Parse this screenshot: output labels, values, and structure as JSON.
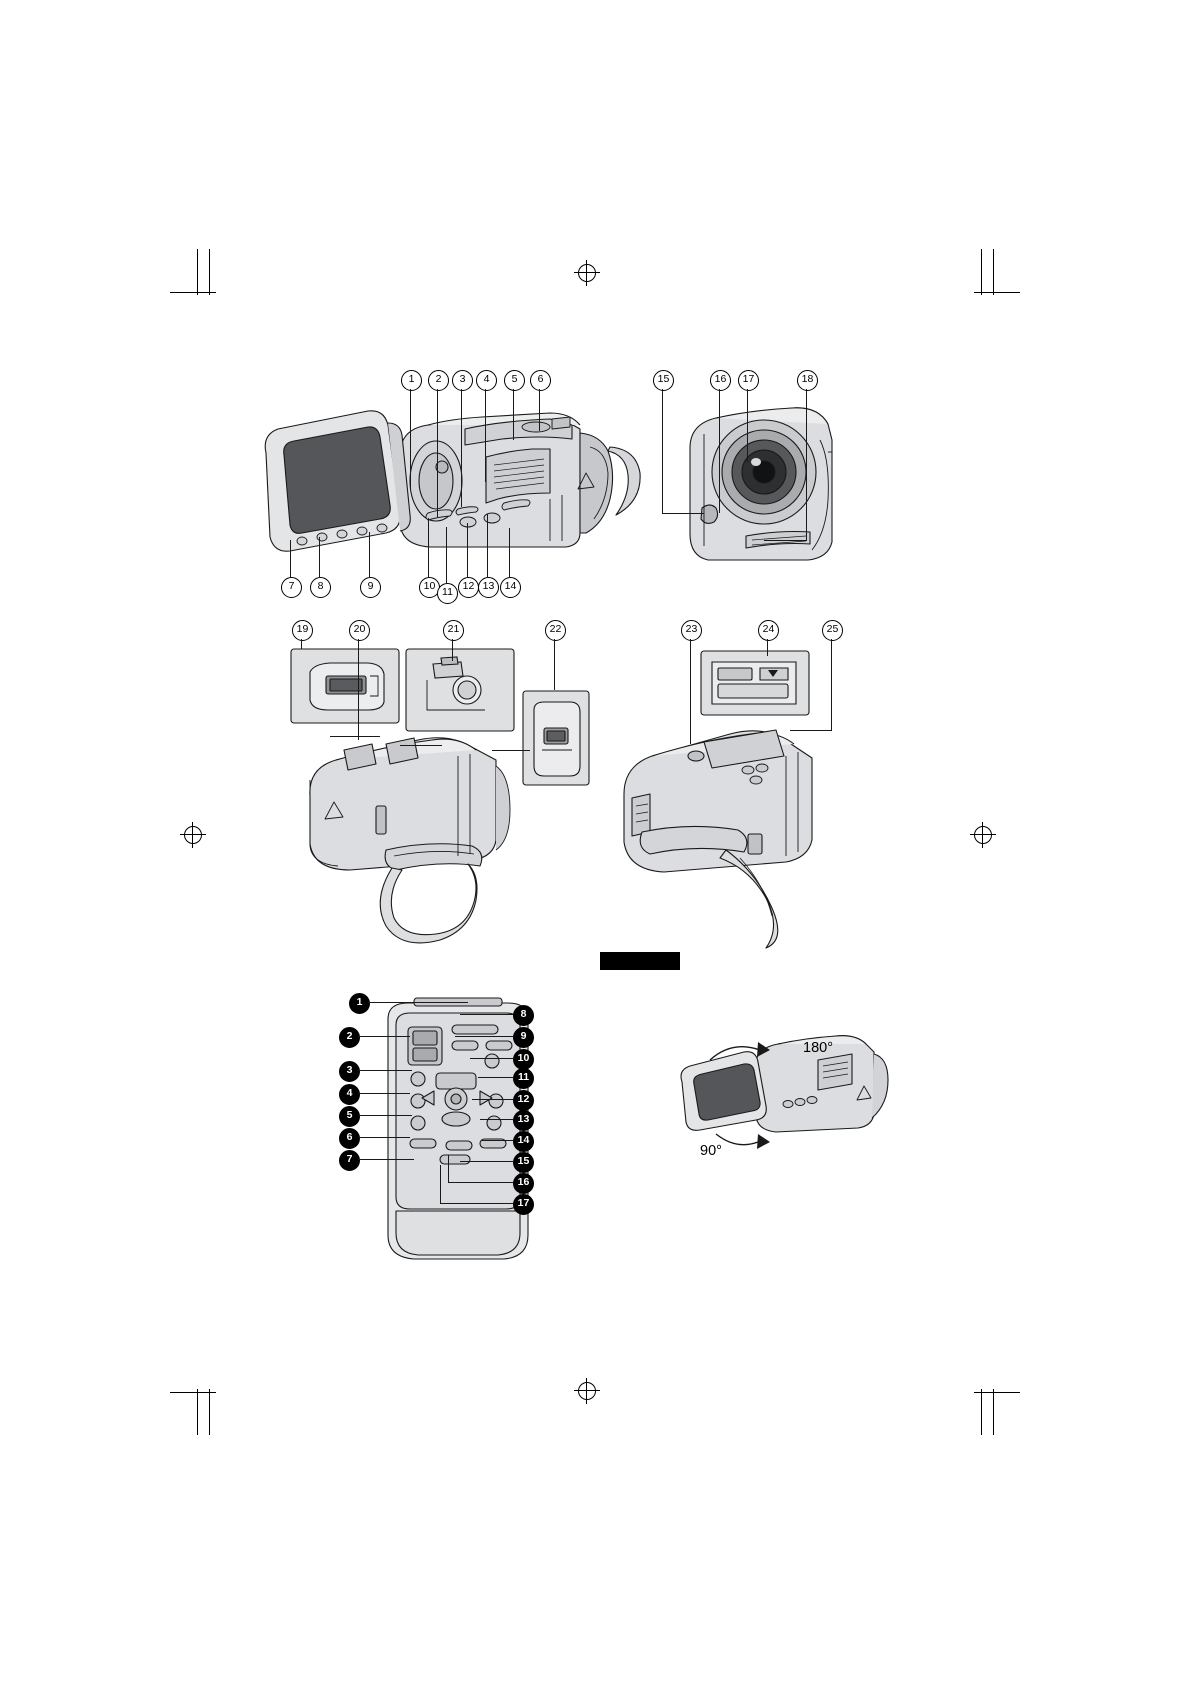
{
  "document": {
    "type": "camcorder-parts-identification-diagram",
    "figures": [
      {
        "name": "front-left-open-lcd-view",
        "callouts": [
          "1",
          "2",
          "3",
          "4",
          "5",
          "6",
          "7",
          "8",
          "9",
          "10",
          "11",
          "12",
          "13",
          "14"
        ]
      },
      {
        "name": "front-lens-view",
        "callouts": [
          "15",
          "16",
          "17",
          "18"
        ]
      },
      {
        "name": "bottom-terminal-view",
        "callouts": [
          "19",
          "20",
          "21",
          "22"
        ]
      },
      {
        "name": "rear-battery-view",
        "callouts": [
          "23",
          "24",
          "25"
        ]
      },
      {
        "name": "remote-control",
        "callouts": [
          "1",
          "2",
          "3",
          "4",
          "5",
          "6",
          "7",
          "8",
          "9",
          "10",
          "11",
          "12",
          "13",
          "14",
          "15",
          "16",
          "17"
        ]
      },
      {
        "name": "lcd-rotation-view",
        "callouts": []
      }
    ]
  },
  "callouts": {
    "circled": [
      "1",
      "2",
      "3",
      "4",
      "5",
      "6",
      "7",
      "8",
      "9",
      "10",
      "11",
      "12",
      "13",
      "14",
      "15",
      "16",
      "17",
      "18",
      "19",
      "20",
      "21",
      "22",
      "23",
      "24",
      "25"
    ],
    "remote_filled": [
      "1",
      "2",
      "3",
      "4",
      "5",
      "6",
      "7",
      "8",
      "9",
      "10",
      "11",
      "12",
      "13",
      "14",
      "15",
      "16",
      "17"
    ]
  },
  "labels": {
    "rotation_top": "180°",
    "rotation_bottom": "90°"
  },
  "colors": {
    "body_light": "#e9e9ea",
    "body_mid": "#c9cacc",
    "body_dark": "#9d9fa3",
    "outline": "#1a1a1a",
    "screen": "#4a4a4c",
    "black_bar": "#000000"
  }
}
